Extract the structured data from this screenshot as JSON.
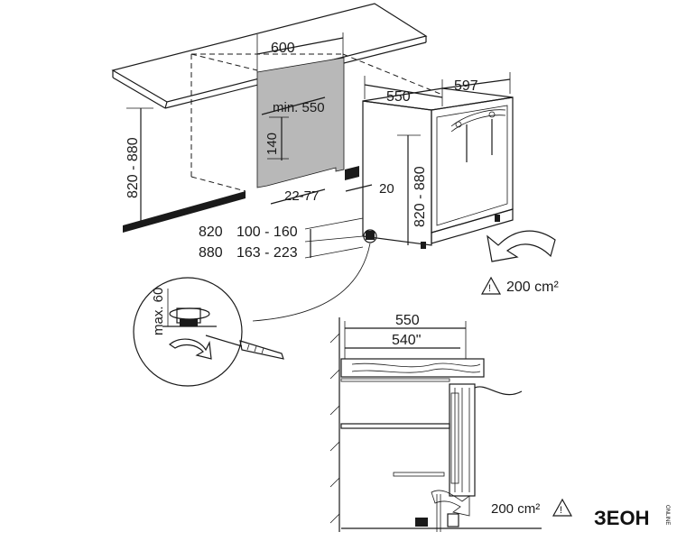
{
  "top_view": {
    "niche_width": "600",
    "niche_depth": "550",
    "appliance_width": "597",
    "min_depth": "min. 550",
    "plinth_height": "140",
    "niche_height": "820 - 880",
    "appliance_height": "820 - 880",
    "plinth_offset": "22-77",
    "gap": "20",
    "row_820": [
      "820",
      "100 - 160"
    ],
    "row_880": [
      "880",
      "163 - 223"
    ],
    "ventilation": "200 cm²"
  },
  "foot_detail": {
    "max_label": "max. 60"
  },
  "section_view": {
    "depth_outer": "550",
    "depth_inner": "540\"",
    "ventilation": "200 cm²"
  },
  "brand": {
    "name": "ЗЕОН",
    "sub": "ONLINE"
  }
}
